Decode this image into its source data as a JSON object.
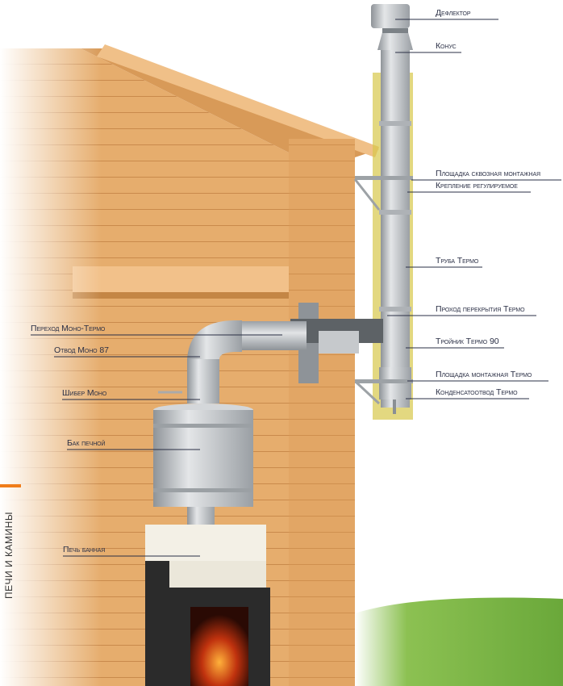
{
  "section_tab": "ПЕЧИ И КАМИНЫ",
  "labels_right": [
    "Дефлектор",
    "Конус",
    "Площадка сквозная монтажная",
    "Крепление регулируемое",
    "Труба Термо",
    "Проход перекрытия Термо",
    "Тройник Термо 90",
    "Площадка монтажная Термо",
    "Конденсатоотвод Термо"
  ],
  "labels_left": [
    "Переход Моно-Термо",
    "Отвод Моно 87",
    "Шибер Моно",
    "Бак печной",
    "Печь банная"
  ],
  "colors": {
    "accent": "#f07d1a",
    "wood": "#e3a868",
    "steel": "#b8bcc0",
    "label": "#2a2f45"
  }
}
